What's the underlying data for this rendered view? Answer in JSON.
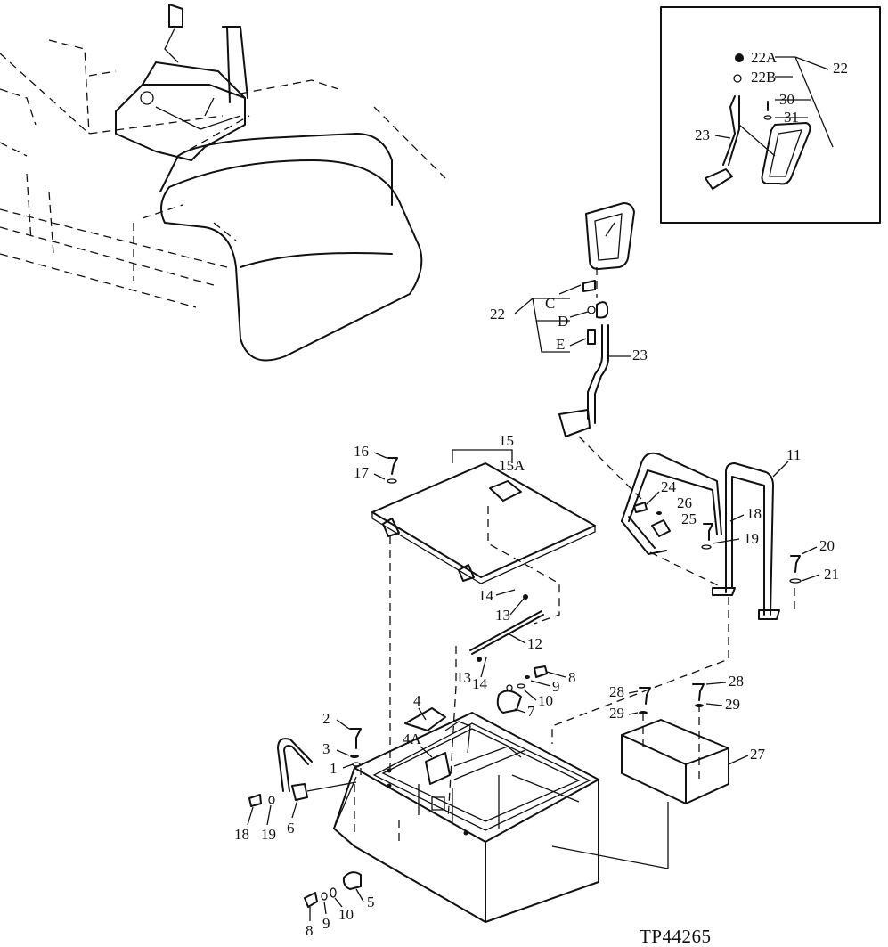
{
  "figure_ref": "TP44265",
  "inset_labels": {
    "l22A": "22A",
    "l22B": "22B",
    "l22": "22",
    "l30": "30",
    "l31": "31",
    "l23": "23"
  },
  "mirror_labels": {
    "l22": "22",
    "lC": "C",
    "lD": "D",
    "lE": "E",
    "l23": "23"
  },
  "cover_labels": {
    "l15": "15",
    "l15A": "15A",
    "l16": "16",
    "l17": "17",
    "l14a": "14",
    "l13a": "13",
    "l12": "12",
    "l13b": "13",
    "l14b": "14"
  },
  "handrail_labels": {
    "l11": "11",
    "l24": "24",
    "l26": "26",
    "l25": "25",
    "l18": "18",
    "l19": "19",
    "l20": "20",
    "l21": "21"
  },
  "box_labels": {
    "l4": "4",
    "l4A": "4A",
    "l2": "2",
    "l3": "3",
    "l1": "1",
    "l8": "8",
    "l9": "9",
    "l10": "10",
    "l7": "7",
    "l18": "18",
    "l19": "19",
    "l6": "6",
    "l5": "5",
    "l8b": "8",
    "l9b": "9",
    "l10b": "10"
  },
  "tray_labels": {
    "l28a": "28",
    "l28b": "28",
    "l29a": "29",
    "l29b": "29",
    "l27": "27"
  }
}
